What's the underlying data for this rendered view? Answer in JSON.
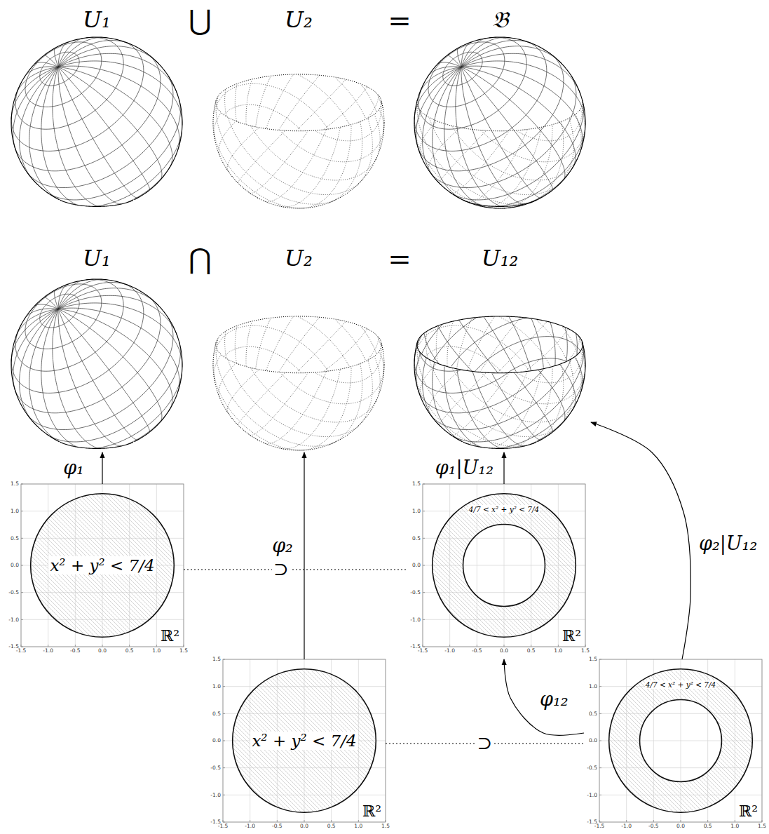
{
  "diagram": {
    "nodes": [
      {
        "text": [
          "U₁"
        ]
      },
      {
        "text": [
          "U₂"
        ]
      },
      {
        "text": [
          "𝔅"
        ]
      },
      {
        "text": [
          "U₁"
        ]
      },
      {
        "text": [
          "U₂"
        ]
      },
      {
        "text": [
          "U₁₂"
        ]
      },
      {
        "text": [
          "x² + y² < 7/4",
          "ℝ²"
        ]
      },
      {
        "text": [
          "4/7 < x² + y² < 7/4",
          "ℝ²"
        ]
      },
      {
        "text": [
          "x² + y² < 7/4",
          "ℝ²"
        ]
      },
      {
        "text": [
          "4/7 < x² + y² < 7/4",
          "ℝ²"
        ]
      }
    ],
    "edges": [
      {
        "from": 6,
        "to": 3,
        "label": "φ₁",
        "arrow": "to"
      },
      {
        "from": 8,
        "to": 4,
        "label": "φ₂",
        "arrow": "to"
      },
      {
        "from": 7,
        "to": 5,
        "label": "φ₁|U₁₂",
        "arrow": "to"
      },
      {
        "from": 9,
        "to": 5,
        "label": "φ₂|U₁₂",
        "arrow": "to"
      },
      {
        "from": 9,
        "to": 7,
        "label": "φ₁₂",
        "arrow": "to"
      },
      {
        "from": 6,
        "to": 7,
        "label": "⊃",
        "arrow": "none"
      },
      {
        "from": 8,
        "to": 9,
        "label": "⊃",
        "arrow": "none"
      }
    ],
    "labels": [
      "⋃",
      "=",
      "⋂",
      "=",
      "1.5",
      "1.0",
      "0.5",
      "0.0",
      "-0.5",
      "-1.0",
      "-1.5",
      "-1.5",
      "-1.0",
      "-0.5",
      "0.0",
      "0.5",
      "1.0",
      "1.5",
      "1.5",
      "1.0",
      "0.5",
      "0.0",
      "-0.5",
      "-1.0",
      "-1.5",
      "-1.5",
      "-1.0",
      "-0.5",
      "0.0",
      "0.5",
      "1.0",
      "1.5",
      "1.5",
      "1.0",
      "0.5",
      "0.0",
      "-0.5",
      "-1.0",
      "-1.5",
      "-1.5",
      "-1.0",
      "-0.5",
      "0.0",
      "0.5",
      "1.0",
      "1.5",
      "1.5",
      "1.0",
      "0.5",
      "0.0",
      "-0.5",
      "-1.0",
      "-1.5",
      "-1.5",
      "-1.0",
      "-0.5",
      "0.0",
      "0.5",
      "1.0",
      "1.5"
    ]
  }
}
